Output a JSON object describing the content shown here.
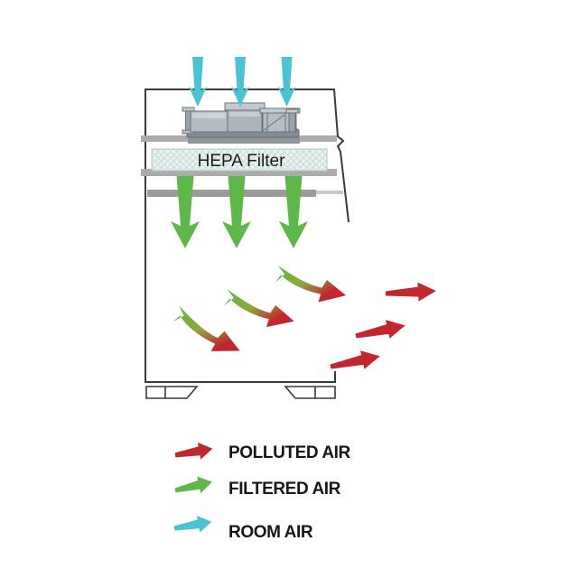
{
  "diagram": {
    "filter_label": "HEPA Filter",
    "legend": [
      {
        "label": "POLLUTED AIR",
        "color": "#c1272d"
      },
      {
        "label": "FILTERED AIR",
        "color": "#5db849"
      },
      {
        "label": "ROOM AIR",
        "color": "#4cc3d5"
      }
    ],
    "colors": {
      "polluted": "#c1272d",
      "filtered": "#5db849",
      "room": "#4cc3d5",
      "transition_mid": "#8fa83c",
      "outline": "#3a3a3a",
      "bar_gray": "#ababab",
      "filter_fill": "#eaf3f1"
    }
  }
}
